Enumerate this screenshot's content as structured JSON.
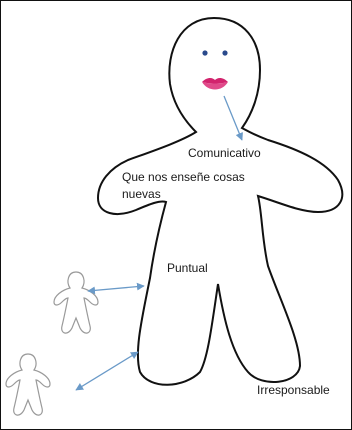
{
  "labels": {
    "comunicativo": "Comunicativo",
    "ensenar_line1": "Que nos enseñe cosas",
    "ensenar_line2": "nuevas",
    "puntual": "Puntual",
    "irresponsable": "Irresponsable"
  },
  "colors": {
    "outline": "#111111",
    "eyes": "#2a4a8c",
    "lips": "#d2236d",
    "arrow": "#6a9ac8",
    "small_figure": "#9a9a9a"
  }
}
